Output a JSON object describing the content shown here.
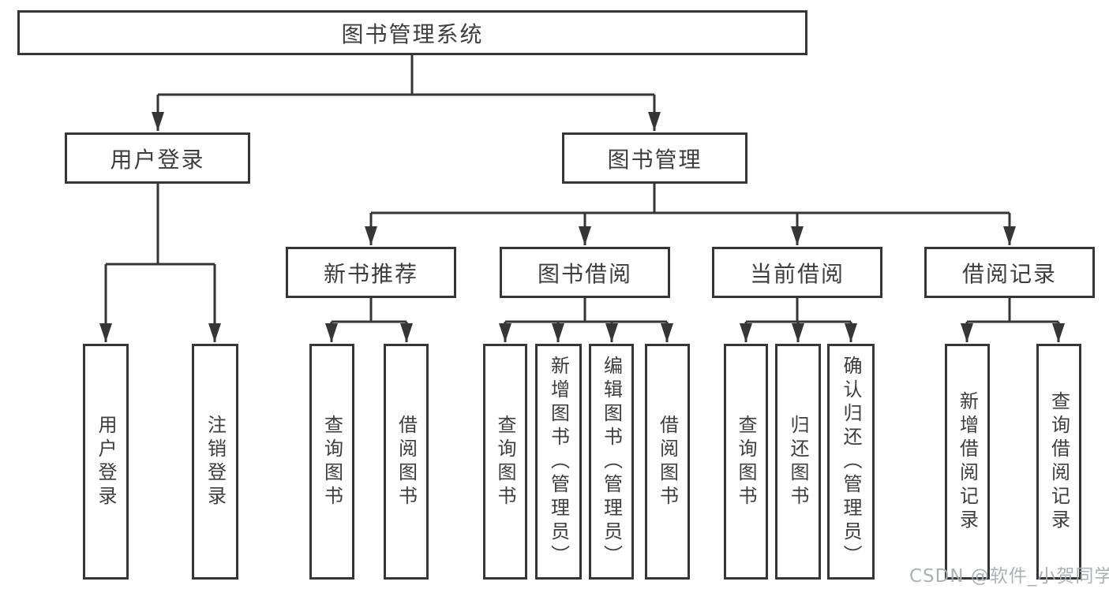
{
  "tree": {
    "label": "图书管理系统",
    "children": [
      {
        "label": "用户登录",
        "children": [
          {
            "label": "用户登录"
          },
          {
            "label": "注销登录"
          }
        ]
      },
      {
        "label": "图书管理",
        "children": [
          {
            "label": "新书推荐",
            "children": [
              {
                "label": "查询图书"
              },
              {
                "label": "借阅图书"
              }
            ]
          },
          {
            "label": "图书借阅",
            "children": [
              {
                "label": "查询图书"
              },
              {
                "label": "新增图书（管理员）"
              },
              {
                "label": "编辑图书（管理员）"
              },
              {
                "label": "借阅图书"
              }
            ]
          },
          {
            "label": "当前借阅",
            "children": [
              {
                "label": "查询图书"
              },
              {
                "label": "归还图书"
              },
              {
                "label": "确认归还（管理员）"
              }
            ]
          },
          {
            "label": "借阅记录",
            "children": [
              {
                "label": "新增借阅记录"
              },
              {
                "label": "查询借阅记录"
              }
            ]
          }
        ]
      }
    ]
  },
  "watermark": "CSDN @软件_小贺同学",
  "colors": {
    "line": "#363636",
    "text": "#3d3d3d",
    "background": "#ffffff",
    "watermark": "#a8adb2"
  }
}
